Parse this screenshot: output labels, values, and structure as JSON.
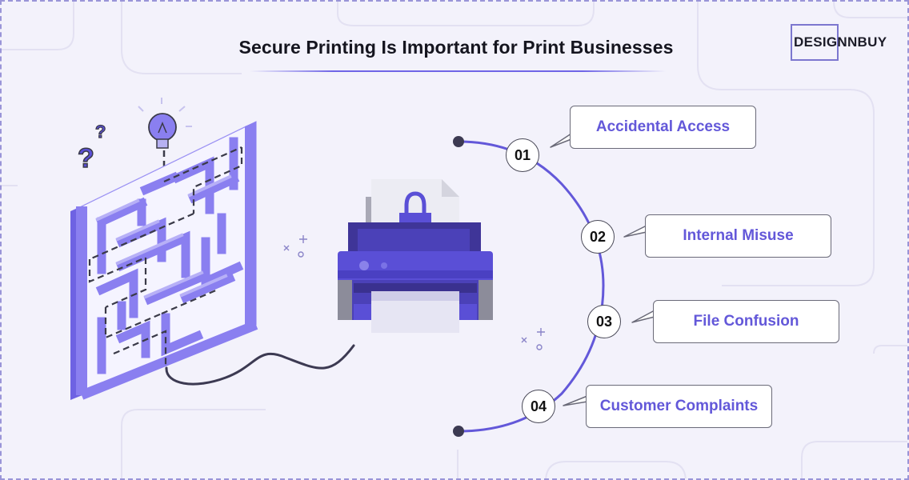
{
  "title": "Secure Printing Is Important for Print Businesses",
  "logo": {
    "text": "DESIGNNBUY"
  },
  "colors": {
    "background": "#f3f2fb",
    "accent": "#6358d9",
    "maze": "#8a7ff0",
    "printer": "#5a4fd6"
  },
  "icons": [
    "maze-illustration",
    "lightbulb-icon",
    "question-mark-icon",
    "printer-icon",
    "padlock-icon",
    "sparkle-icon"
  ],
  "items": [
    {
      "number": "01",
      "label": "Accidental Access"
    },
    {
      "number": "02",
      "label": "Internal Misuse"
    },
    {
      "number": "03",
      "label": "File Confusion"
    },
    {
      "number": "04",
      "label": "Customer Complaints"
    }
  ]
}
